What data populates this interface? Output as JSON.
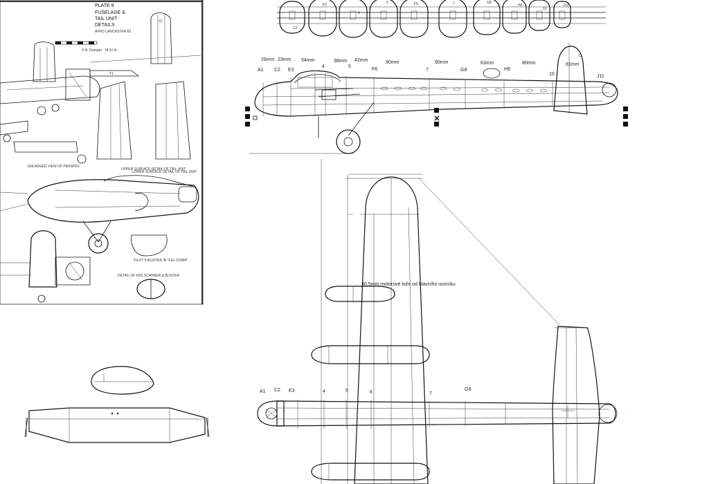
{
  "reference_sheet": {
    "plate": "PLATE 9",
    "title_line1": "FUSELAGE &",
    "title_line2": "TAIL UNIT",
    "title_line3": "DETAILS",
    "aircraft": "AVRO LANCASTER B1",
    "author": "© A. Granger",
    "author_suffix": "M.S.I.A.",
    "notes": [
      "LOWER SURFACE DETAIL OF TAIL UNIT",
      "UPPER SURFACE DETAIL OF TAIL UNIT",
      "DETAIL OF H2S SCANNER & BLISTER",
      "PILOT'S BLISTER IN \"FIG. FORM\"",
      "ENLARGED VIEW OF PERSPEX"
    ]
  },
  "fuselage_frames": {
    "labels": [
      "E3",
      "4",
      "5",
      "F6",
      "7",
      "G8",
      "H9",
      "10",
      "J11",
      "C2"
    ]
  },
  "side_view": {
    "measurements": [
      "26mm",
      "23mm",
      "54mm",
      "38mm",
      "42mm",
      "90mm",
      "60mm",
      "63mm",
      "80mm",
      "81mm"
    ],
    "stations": [
      "A1",
      "C2",
      "E3",
      "4",
      "5",
      "F6",
      "7",
      "G8",
      "H9",
      "10",
      "J11"
    ]
  },
  "plan_view": {
    "annotation": "30,5mm motorové lože od hlavního nosníku",
    "stations": [
      "A1",
      "C2",
      "E3",
      "4",
      "5",
      "6",
      "7",
      "G8"
    ]
  }
}
